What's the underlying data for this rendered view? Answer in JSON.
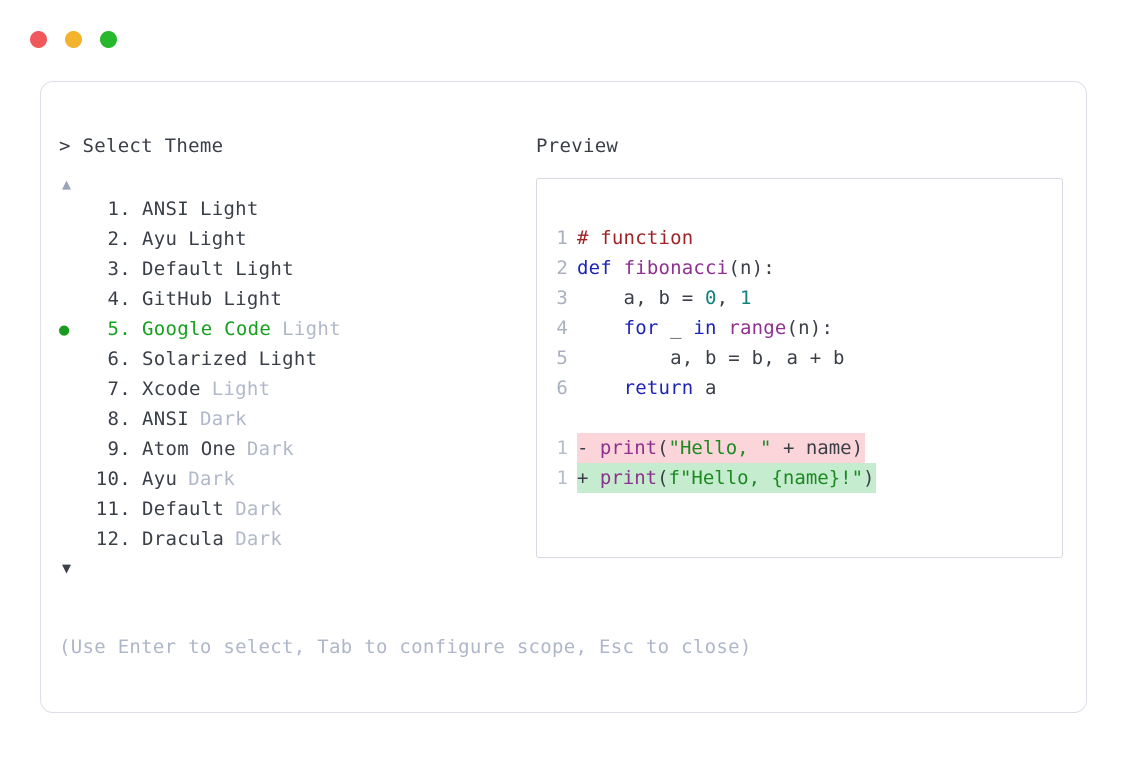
{
  "window": {
    "controls": [
      {
        "name": "close",
        "color": "#f0595c"
      },
      {
        "name": "minimize",
        "color": "#f4b32c"
      },
      {
        "name": "maximize",
        "color": "#28b82e"
      }
    ]
  },
  "prompt": {
    "title": "> Select Theme",
    "up_arrow": "▲",
    "down_arrow": "▼",
    "selected_index": 5,
    "selected_bullet": "●",
    "accent_color": "#16a01d",
    "muted_color": "#b0b8c9",
    "items": [
      {
        "number": "1.",
        "name": "ANSI",
        "variant": "Light",
        "selected": false,
        "variant_muted": false
      },
      {
        "number": "2.",
        "name": "Ayu",
        "variant": "Light",
        "selected": false,
        "variant_muted": false
      },
      {
        "number": "3.",
        "name": "Default",
        "variant": "Light",
        "selected": false,
        "variant_muted": false
      },
      {
        "number": "4.",
        "name": "GitHub",
        "variant": "Light",
        "selected": false,
        "variant_muted": false
      },
      {
        "number": "5.",
        "name": "Google Code",
        "variant": "Light",
        "selected": true,
        "variant_muted": true
      },
      {
        "number": "6.",
        "name": "Solarized",
        "variant": "Light",
        "selected": false,
        "variant_muted": false
      },
      {
        "number": "7.",
        "name": "Xcode",
        "variant": "Light",
        "selected": false,
        "variant_muted": true
      },
      {
        "number": "8.",
        "name": "ANSI",
        "variant": "Dark",
        "selected": false,
        "variant_muted": true
      },
      {
        "number": "9.",
        "name": "Atom One",
        "variant": "Dark",
        "selected": false,
        "variant_muted": true
      },
      {
        "number": "10.",
        "name": "Ayu",
        "variant": "Dark",
        "selected": false,
        "variant_muted": true
      },
      {
        "number": "11.",
        "name": "Default",
        "variant": "Dark",
        "selected": false,
        "variant_muted": true
      },
      {
        "number": "12.",
        "name": "Dracula",
        "variant": "Dark",
        "selected": false,
        "variant_muted": true
      }
    ]
  },
  "preview": {
    "title": "Preview",
    "code_lines": [
      {
        "num": "1",
        "tokens": [
          {
            "t": "# function",
            "c": "comment"
          }
        ]
      },
      {
        "num": "2",
        "tokens": [
          {
            "t": "def ",
            "c": "keyword"
          },
          {
            "t": "fibonacci",
            "c": "func"
          },
          {
            "t": "(n):",
            "c": "punct"
          }
        ]
      },
      {
        "num": "3",
        "tokens": [
          {
            "t": "    a, b = ",
            "c": "plain"
          },
          {
            "t": "0",
            "c": "number"
          },
          {
            "t": ", ",
            "c": "plain"
          },
          {
            "t": "1",
            "c": "number"
          }
        ]
      },
      {
        "num": "4",
        "tokens": [
          {
            "t": "    ",
            "c": "plain"
          },
          {
            "t": "for",
            "c": "keyword"
          },
          {
            "t": " _ ",
            "c": "plain"
          },
          {
            "t": "in",
            "c": "keyword"
          },
          {
            "t": " ",
            "c": "plain"
          },
          {
            "t": "range",
            "c": "func"
          },
          {
            "t": "(n):",
            "c": "punct"
          }
        ]
      },
      {
        "num": "5",
        "tokens": [
          {
            "t": "        a, b = b, a + b",
            "c": "plain"
          }
        ]
      },
      {
        "num": "6",
        "tokens": [
          {
            "t": "    ",
            "c": "plain"
          },
          {
            "t": "return",
            "c": "keyword"
          },
          {
            "t": " a",
            "c": "plain"
          }
        ]
      }
    ],
    "diff_lines": [
      {
        "num": "1",
        "kind": "del",
        "sign": "- ",
        "tokens": [
          {
            "t": "print",
            "c": "func"
          },
          {
            "t": "(",
            "c": "punct"
          },
          {
            "t": "\"Hello, \"",
            "c": "string"
          },
          {
            "t": " + name)",
            "c": "plain"
          }
        ]
      },
      {
        "num": "1",
        "kind": "add",
        "sign": "+ ",
        "tokens": [
          {
            "t": "print",
            "c": "func"
          },
          {
            "t": "(",
            "c": "punct"
          },
          {
            "t": "f\"Hello, {name}!\"",
            "c": "string"
          },
          {
            "t": ")",
            "c": "punct"
          }
        ]
      }
    ],
    "diff_del_bg": "#fbd5da",
    "diff_add_bg": "#c6ecd0"
  },
  "footer": {
    "hint": "(Use Enter to select, Tab to configure scope, Esc to close)"
  }
}
